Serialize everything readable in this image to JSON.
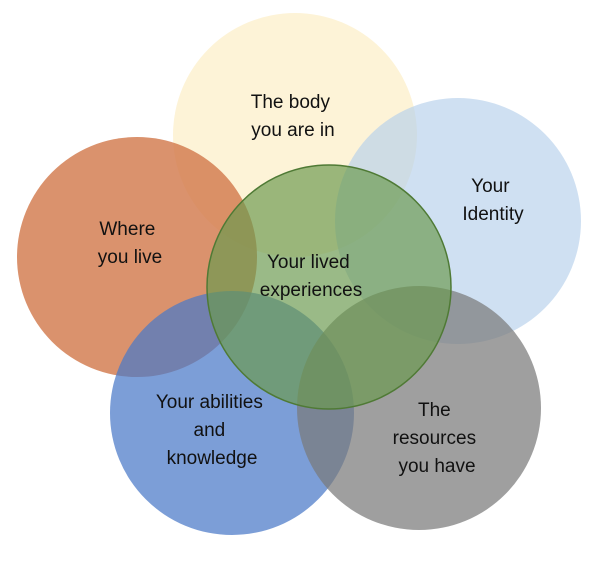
{
  "diagram": {
    "center": {
      "lines": [
        "Your lived",
        "experiences"
      ],
      "color": "#6a9a4e",
      "stroke": "#4f7a35"
    },
    "circles": [
      {
        "id": "body",
        "lines": [
          "The body",
          "you are in"
        ],
        "color": "#fdf0cc"
      },
      {
        "id": "identity",
        "lines": [
          "Your",
          "Identity"
        ],
        "color": "#b6cfeb"
      },
      {
        "id": "where",
        "lines": [
          "Where",
          "you live"
        ],
        "color": "#d27a4d"
      },
      {
        "id": "abilities",
        "lines": [
          "Your abilities",
          "and",
          "knowledge"
        ],
        "color": "#4a78c8"
      },
      {
        "id": "resources",
        "lines": [
          "The",
          "resources",
          "you have"
        ],
        "color": "#7a7a7a"
      }
    ]
  }
}
